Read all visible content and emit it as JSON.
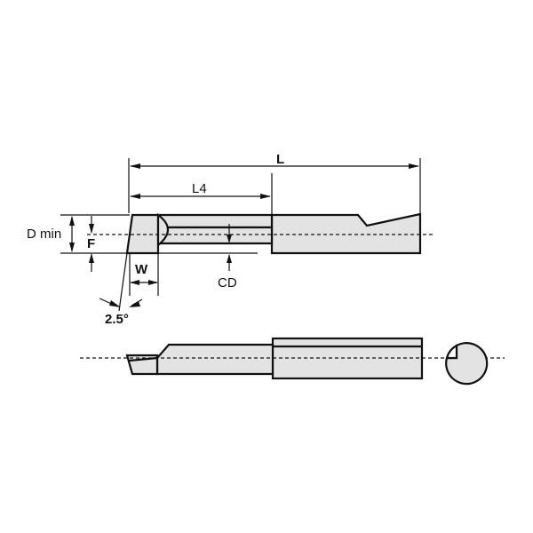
{
  "diagram": {
    "type": "technical-drawing",
    "subject": "boring bar / grooving tool",
    "views": [
      "side-view",
      "top-view",
      "end-view"
    ],
    "fill_color": "#e3e3e3",
    "line_color": "#111111"
  },
  "labels": {
    "L": "L",
    "L4": "L4",
    "D_min": "D min",
    "F": "F",
    "W": "W",
    "CD": "CD",
    "angle": "2.5°"
  }
}
